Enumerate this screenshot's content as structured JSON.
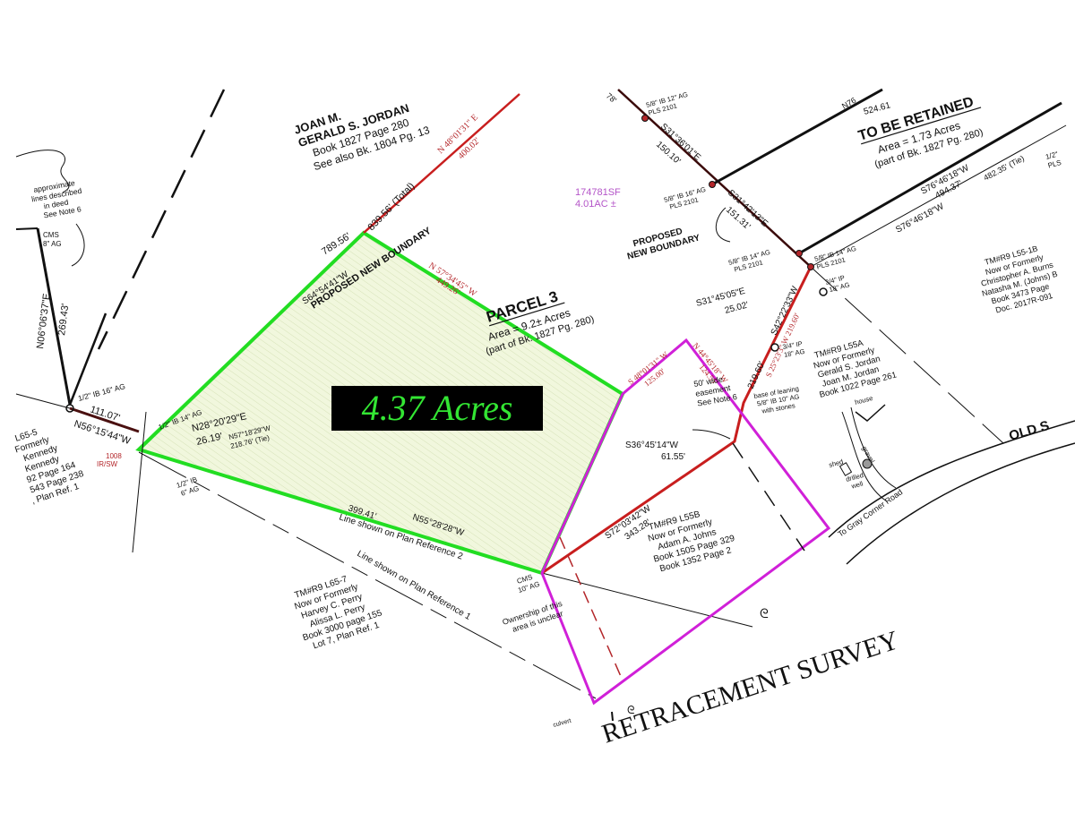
{
  "map": {
    "title": "RETRACEMENT SURVEY",
    "highlight_label": "4.37 Acres",
    "colors": {
      "parcel_fill": "#eef6d8",
      "parcel_outline": "#22dd22",
      "new_line": "#c81e1e",
      "easement_outline": "#d020d8",
      "label_bg": "#000000",
      "label_text": "#33e633",
      "area_callout": "#b455c8"
    },
    "area_callout": {
      "sf": "174781SF",
      "ac": "4.01AC ±"
    },
    "parcels": {
      "parcel3": {
        "name": "PARCEL 3",
        "area": "Area = 9.2± Acres",
        "ref": "(part of Bk. 1827 Pg. 280)"
      },
      "retained": {
        "name": "TO BE RETAINED",
        "area": "Area = 1.73 Acres",
        "ref": "(part of Bk. 1827 Pg. 280)"
      }
    },
    "owners": {
      "jordan_top": [
        "JOAN M.",
        "GERALD S. JORDAN",
        "Book 1827 Page 280",
        "See also Bk. 1804 Pg. 13"
      ],
      "kennedy": [
        "L65-5",
        "Formerly",
        "Kennedy",
        "Kennedy",
        "92 Page 164",
        "543 Page 238",
        ", Plan Ref. 1"
      ],
      "perry": [
        "TM#R9 L65-7",
        "Now or Formerly",
        "Harvey C. Perry",
        "Alissa L. Perry",
        "Book 3000 page 155",
        "Lot 7, Plan Ref. 1"
      ],
      "johns": [
        "TM#R9 L55B",
        "Now or Formerly",
        "Adam A. Johns",
        "Book 1505 Page 329",
        "Book 1352 Page 2"
      ],
      "jordan_l55a": [
        "TM#R9 L55A",
        "Now or Formerly",
        "Gerald S. Jordan",
        "Joan M. Jordan",
        "Book 1022 Page 261"
      ],
      "burns": [
        "TM#R9 L55-1B",
        "Now or Formerly",
        "Christopher A. Burns",
        "Natasha M. (Johns) B",
        "Book 3473 Page",
        "Doc. 2017R-091"
      ]
    },
    "bearings": {
      "n48_e": "N 48°01'31\" E",
      "d400": "400.02'",
      "total": "839.56' (Total)",
      "d789": "789.56'",
      "s64": "S64°54'41\"W",
      "proposed1": "PROPOSED NEW BOUNDARY",
      "n57": "N 57°34'45\" W",
      "d449": "449.26'",
      "n06": "N06°06'37\"E",
      "d269": "269.43'",
      "d111": "111.07'",
      "n56": "N56°15'44\"W",
      "n28": "N28°20'29\"E",
      "d26": "26.19'",
      "n57tie": "N57°18'29\"W",
      "d218": "218.76' (Tie)",
      "d399": "399.41'",
      "n55": "N55°28'28\"W",
      "s72": "S72°03'42\"W",
      "d343": "343.28'",
      "s36": "S36°45'14\"W",
      "d61": "61.55'",
      "s48w": "S 48°01'31\" W",
      "d125": "125.00'",
      "n44": "N 44°45'18\" W",
      "d124": "124.55'",
      "s31_36": "S31°36'01\"E",
      "d150": "150.10'",
      "s31_42": "S31°42'13\"E",
      "d151": "151.31'",
      "s31_45": "S31°45'05\"E",
      "d25": "25.02'",
      "s42": "S42°22'33\"W",
      "d219": "219.60'",
      "s25": "S 25°23'3\" W 219.60'",
      "n76": "N76",
      "d524": "524.61",
      "s76a": "S76°46'18\"W",
      "d494": "494.37'",
      "d482": "482.35' (Tie)",
      "s76b": "S76°46'18\"W",
      "d78": "78'"
    },
    "notes": {
      "approx": [
        "approximate",
        "lines described",
        "in deed",
        "See Note 6"
      ],
      "cms8": [
        "CMS",
        "8\" AG"
      ],
      "ib16": "1/2\" IB 16\" AG",
      "ib14": "1/2\" IB 14\" AG",
      "ib6": [
        "1/2\" IB",
        "6\" AG"
      ],
      "ir1008": [
        "1008",
        "IR/SW"
      ],
      "plan2": "Line shown on Plan Reference 2",
      "plan1": "Line shown on Plan Reference 1",
      "cms10": [
        "CMS",
        "10\" AG"
      ],
      "ownership": [
        "Ownership of this",
        "area is unclear"
      ],
      "culvert": "culvert",
      "easement": [
        "50' wide",
        "easement",
        "See Note 6"
      ],
      "leaning": [
        "base of leaning",
        "5/8\" IB 10\" AG",
        "with stones"
      ],
      "ip18a": [
        "3/4\" IP",
        "18\" AG"
      ],
      "ip18b": [
        "3/4\" IP",
        "18\" AG"
      ],
      "ib12": [
        "5/8\" IB 12\" AG",
        "PLS 2101"
      ],
      "ib16b": [
        "5/8\" IB 16\" AG",
        "PLS 2101"
      ],
      "ib14a": [
        "5/8\" IB 14\" AG",
        "PLS 2101"
      ],
      "ib14b": [
        "5/8\" IB 14\" AG",
        "PLS 2101"
      ],
      "proposed2": [
        "PROPOSED",
        "NEW BOUNDARY"
      ],
      "pls_half": [
        "1/2\"",
        "PLS"
      ],
      "house": "house",
      "gravel": "gravel",
      "shed": "shed",
      "well": [
        "drilled",
        "well"
      ],
      "road": "OLD S",
      "to_gray": "To Gray Corner Road"
    }
  }
}
